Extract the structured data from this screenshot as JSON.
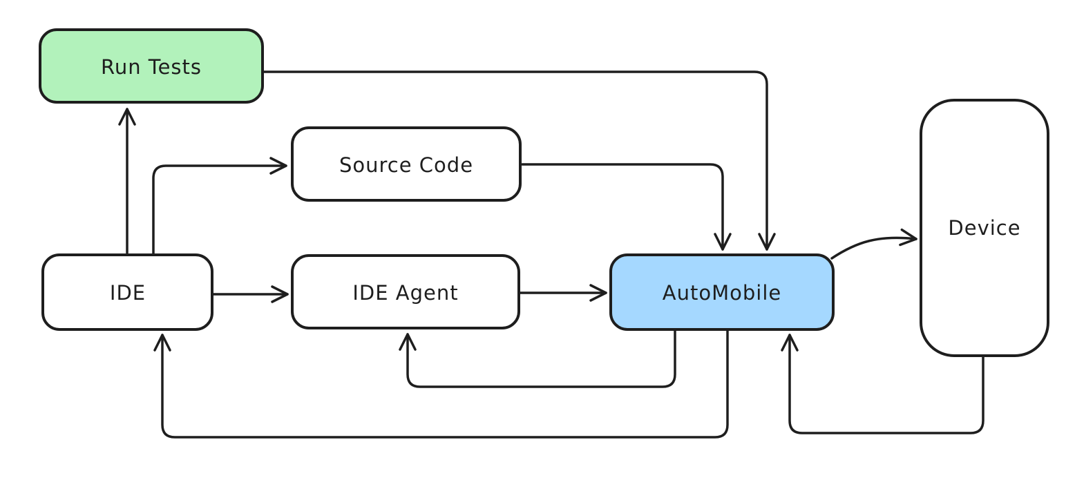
{
  "diagram": {
    "background": "#ffffff",
    "stroke_color": "#1e1e1e",
    "nodes": {
      "run_tests": {
        "label": "Run Tests",
        "fill": "#b2f2bb"
      },
      "source_code": {
        "label": "Source Code",
        "fill": "#ffffff"
      },
      "ide": {
        "label": "IDE",
        "fill": "#ffffff"
      },
      "ide_agent": {
        "label": "IDE Agent",
        "fill": "#ffffff"
      },
      "automobile": {
        "label": "AutoMobile",
        "fill": "#a5d8ff"
      },
      "device": {
        "label": "Device",
        "fill": "#ffffff"
      }
    },
    "edges": [
      {
        "from": "IDE",
        "to": "Run Tests"
      },
      {
        "from": "IDE",
        "to": "Source Code"
      },
      {
        "from": "IDE",
        "to": "IDE Agent"
      },
      {
        "from": "IDE Agent",
        "to": "AutoMobile"
      },
      {
        "from": "Source Code",
        "to": "AutoMobile"
      },
      {
        "from": "Run Tests",
        "to": "AutoMobile"
      },
      {
        "from": "AutoMobile",
        "to": "Device"
      },
      {
        "from": "AutoMobile",
        "to": "IDE Agent"
      },
      {
        "from": "AutoMobile",
        "to": "IDE"
      },
      {
        "from": "Device",
        "to": "AutoMobile"
      }
    ]
  }
}
